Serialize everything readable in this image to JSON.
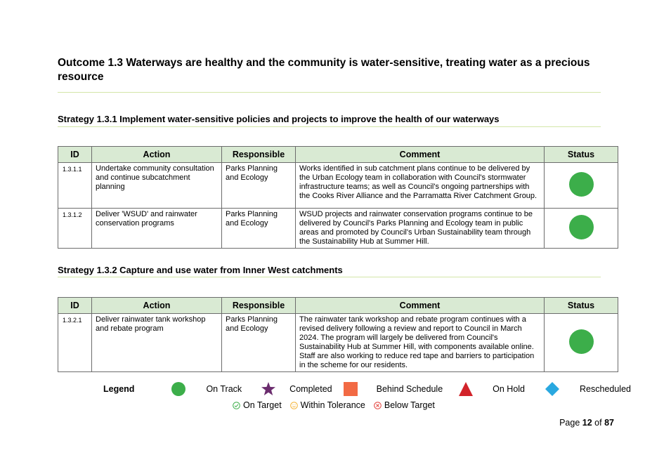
{
  "outcome": {
    "title": "Outcome 1.3 Waterways are healthy and the community is water-sensitive, treating water as a precious resource"
  },
  "table_headers": {
    "id": "ID",
    "action": "Action",
    "responsible": "Responsible",
    "comment": "Comment",
    "status": "Status"
  },
  "strategies": [
    {
      "title": "Strategy 1.3.1 Implement water-sensitive policies and projects to improve the health of our waterways",
      "rows": [
        {
          "id": "1.3.1.1",
          "action": "Undertake community consultation and continue subcatchment planning",
          "responsible": "Parks Planning and Ecology",
          "comment": "Works identified in sub catchment plans continue to be delivered by the Urban Ecology team in collaboration with Council's stormwater infrastructure teams; as well as Council's ongoing partnerships with the Cooks River Alliance and the Parramatta River Catchment Group.",
          "status": "On Track"
        },
        {
          "id": "1.3.1.2",
          "action": "Deliver 'WSUD' and rainwater conservation programs",
          "responsible": "Parks Planning and Ecology",
          "comment": "WSUD projects and rainwater conservation programs continue to be delivered by Council's Parks Planning and Ecology team in public areas and promoted by Council's Urban Sustainability team through the Sustainability Hub at Summer Hill.",
          "status": "On Track"
        }
      ]
    },
    {
      "title": "Strategy 1.3.2 Capture and use water from Inner West catchments",
      "rows": [
        {
          "id": "1.3.2.1",
          "action": "Deliver rainwater tank workshop and rebate program",
          "responsible": "Parks Planning and Ecology",
          "comment": "The rainwater tank workshop and rebate program continues with a revised delivery following a review and report to Council in March 2024. The program will largely be delivered from Council's Sustainability Hub at Summer Hill, with components available online. Staff are also working to reduce red tape and barriers to participation in the scheme for our residents.",
          "status": "On Track"
        }
      ]
    }
  ],
  "legend": {
    "label": "Legend",
    "items": [
      {
        "label": "On Track",
        "icon": "green-circle-icon",
        "color": "#3cae4a"
      },
      {
        "label": "Completed",
        "icon": "purple-star-icon",
        "color": "#6b2c6e"
      },
      {
        "label": "Behind Schedule",
        "icon": "orange-square-icon",
        "color": "#f26a44"
      },
      {
        "label": "On Hold",
        "icon": "red-triangle-icon",
        "color": "#d2232a"
      },
      {
        "label": "Rescheduled",
        "icon": "blue-diamond-icon",
        "color": "#29a8e0"
      }
    ],
    "kpi_items": [
      {
        "label": "On Target",
        "icon": "check-circle-icon",
        "color": "#3cae4a"
      },
      {
        "label": "Within Tolerance",
        "icon": "smiley-circle-icon",
        "color": "#f5b335"
      },
      {
        "label": "Below Target",
        "icon": "x-circle-icon",
        "color": "#e3423c"
      }
    ]
  },
  "page": {
    "prefix": "Page",
    "current": "12",
    "of": "of",
    "total": "87"
  }
}
